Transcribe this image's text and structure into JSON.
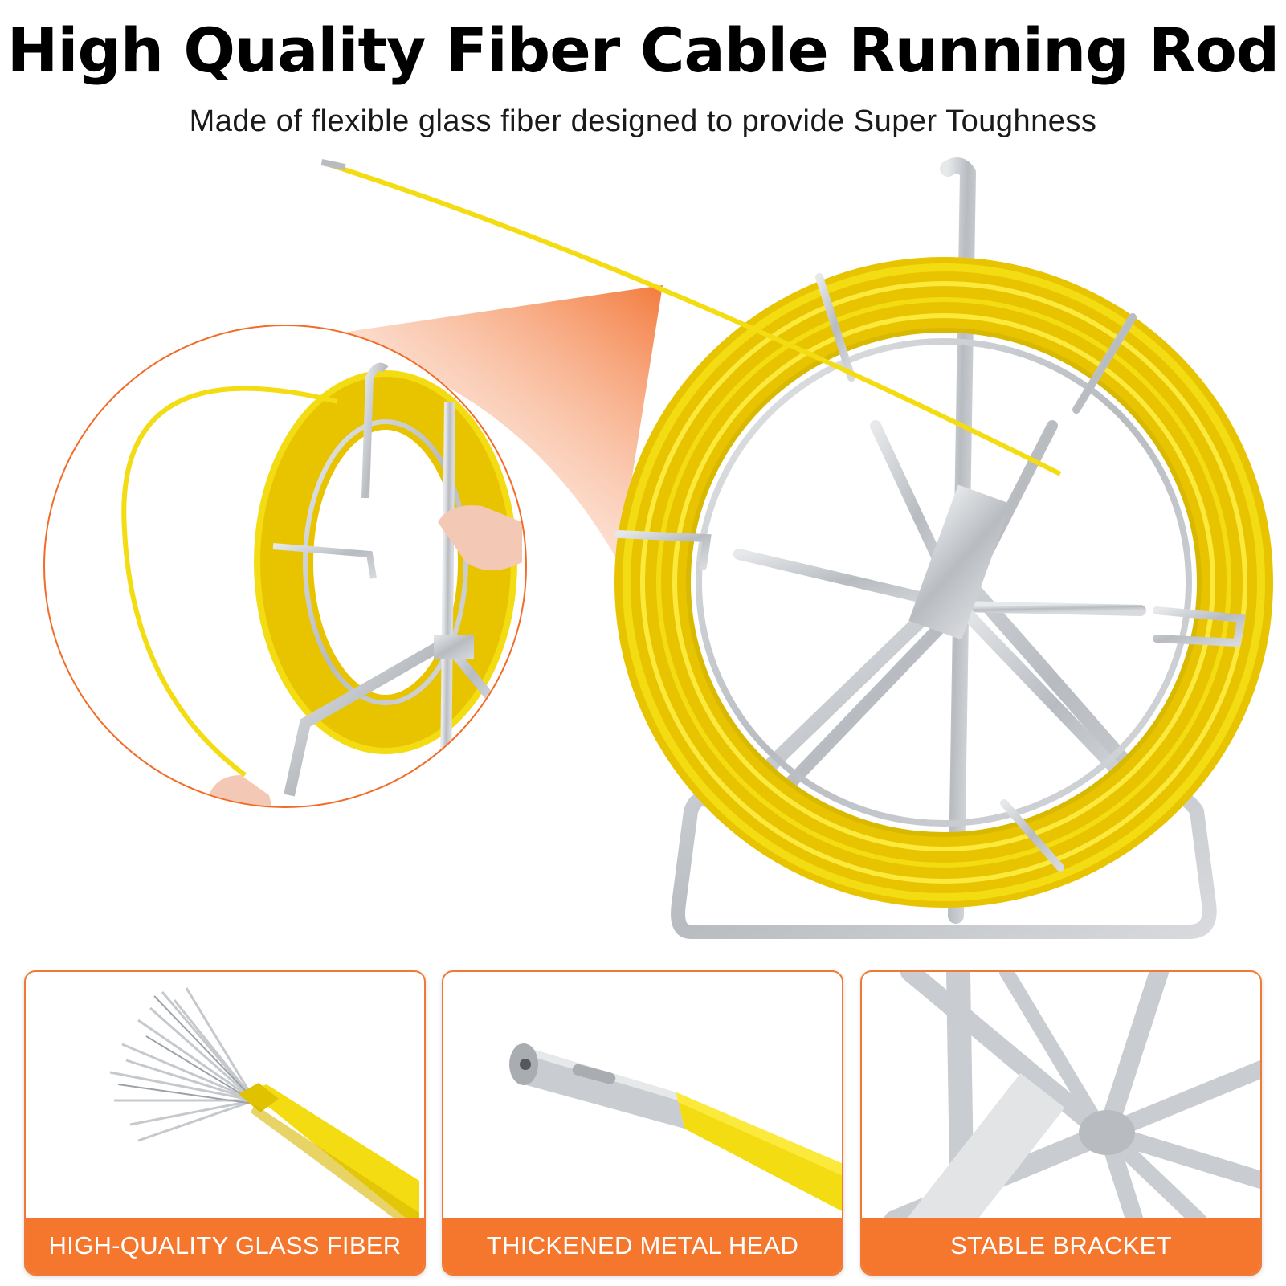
{
  "header": {
    "title": "High Quality Fiber Cable Running Rod",
    "subtitle": "Made of flexible glass fiber designed to provide Super Toughness"
  },
  "features": [
    {
      "label": "HIGH-QUALITY GLASS FIBER",
      "icon": "glass-fiber-strands-icon"
    },
    {
      "label": "THICKENED METAL HEAD",
      "icon": "metal-head-icon"
    },
    {
      "label": "STABLE BRACKET",
      "icon": "bracket-joint-icon"
    }
  ],
  "colors": {
    "accent": "#f5762d",
    "rod_yellow": "#f3dc12",
    "frame_silver": "#c9ccd0"
  }
}
